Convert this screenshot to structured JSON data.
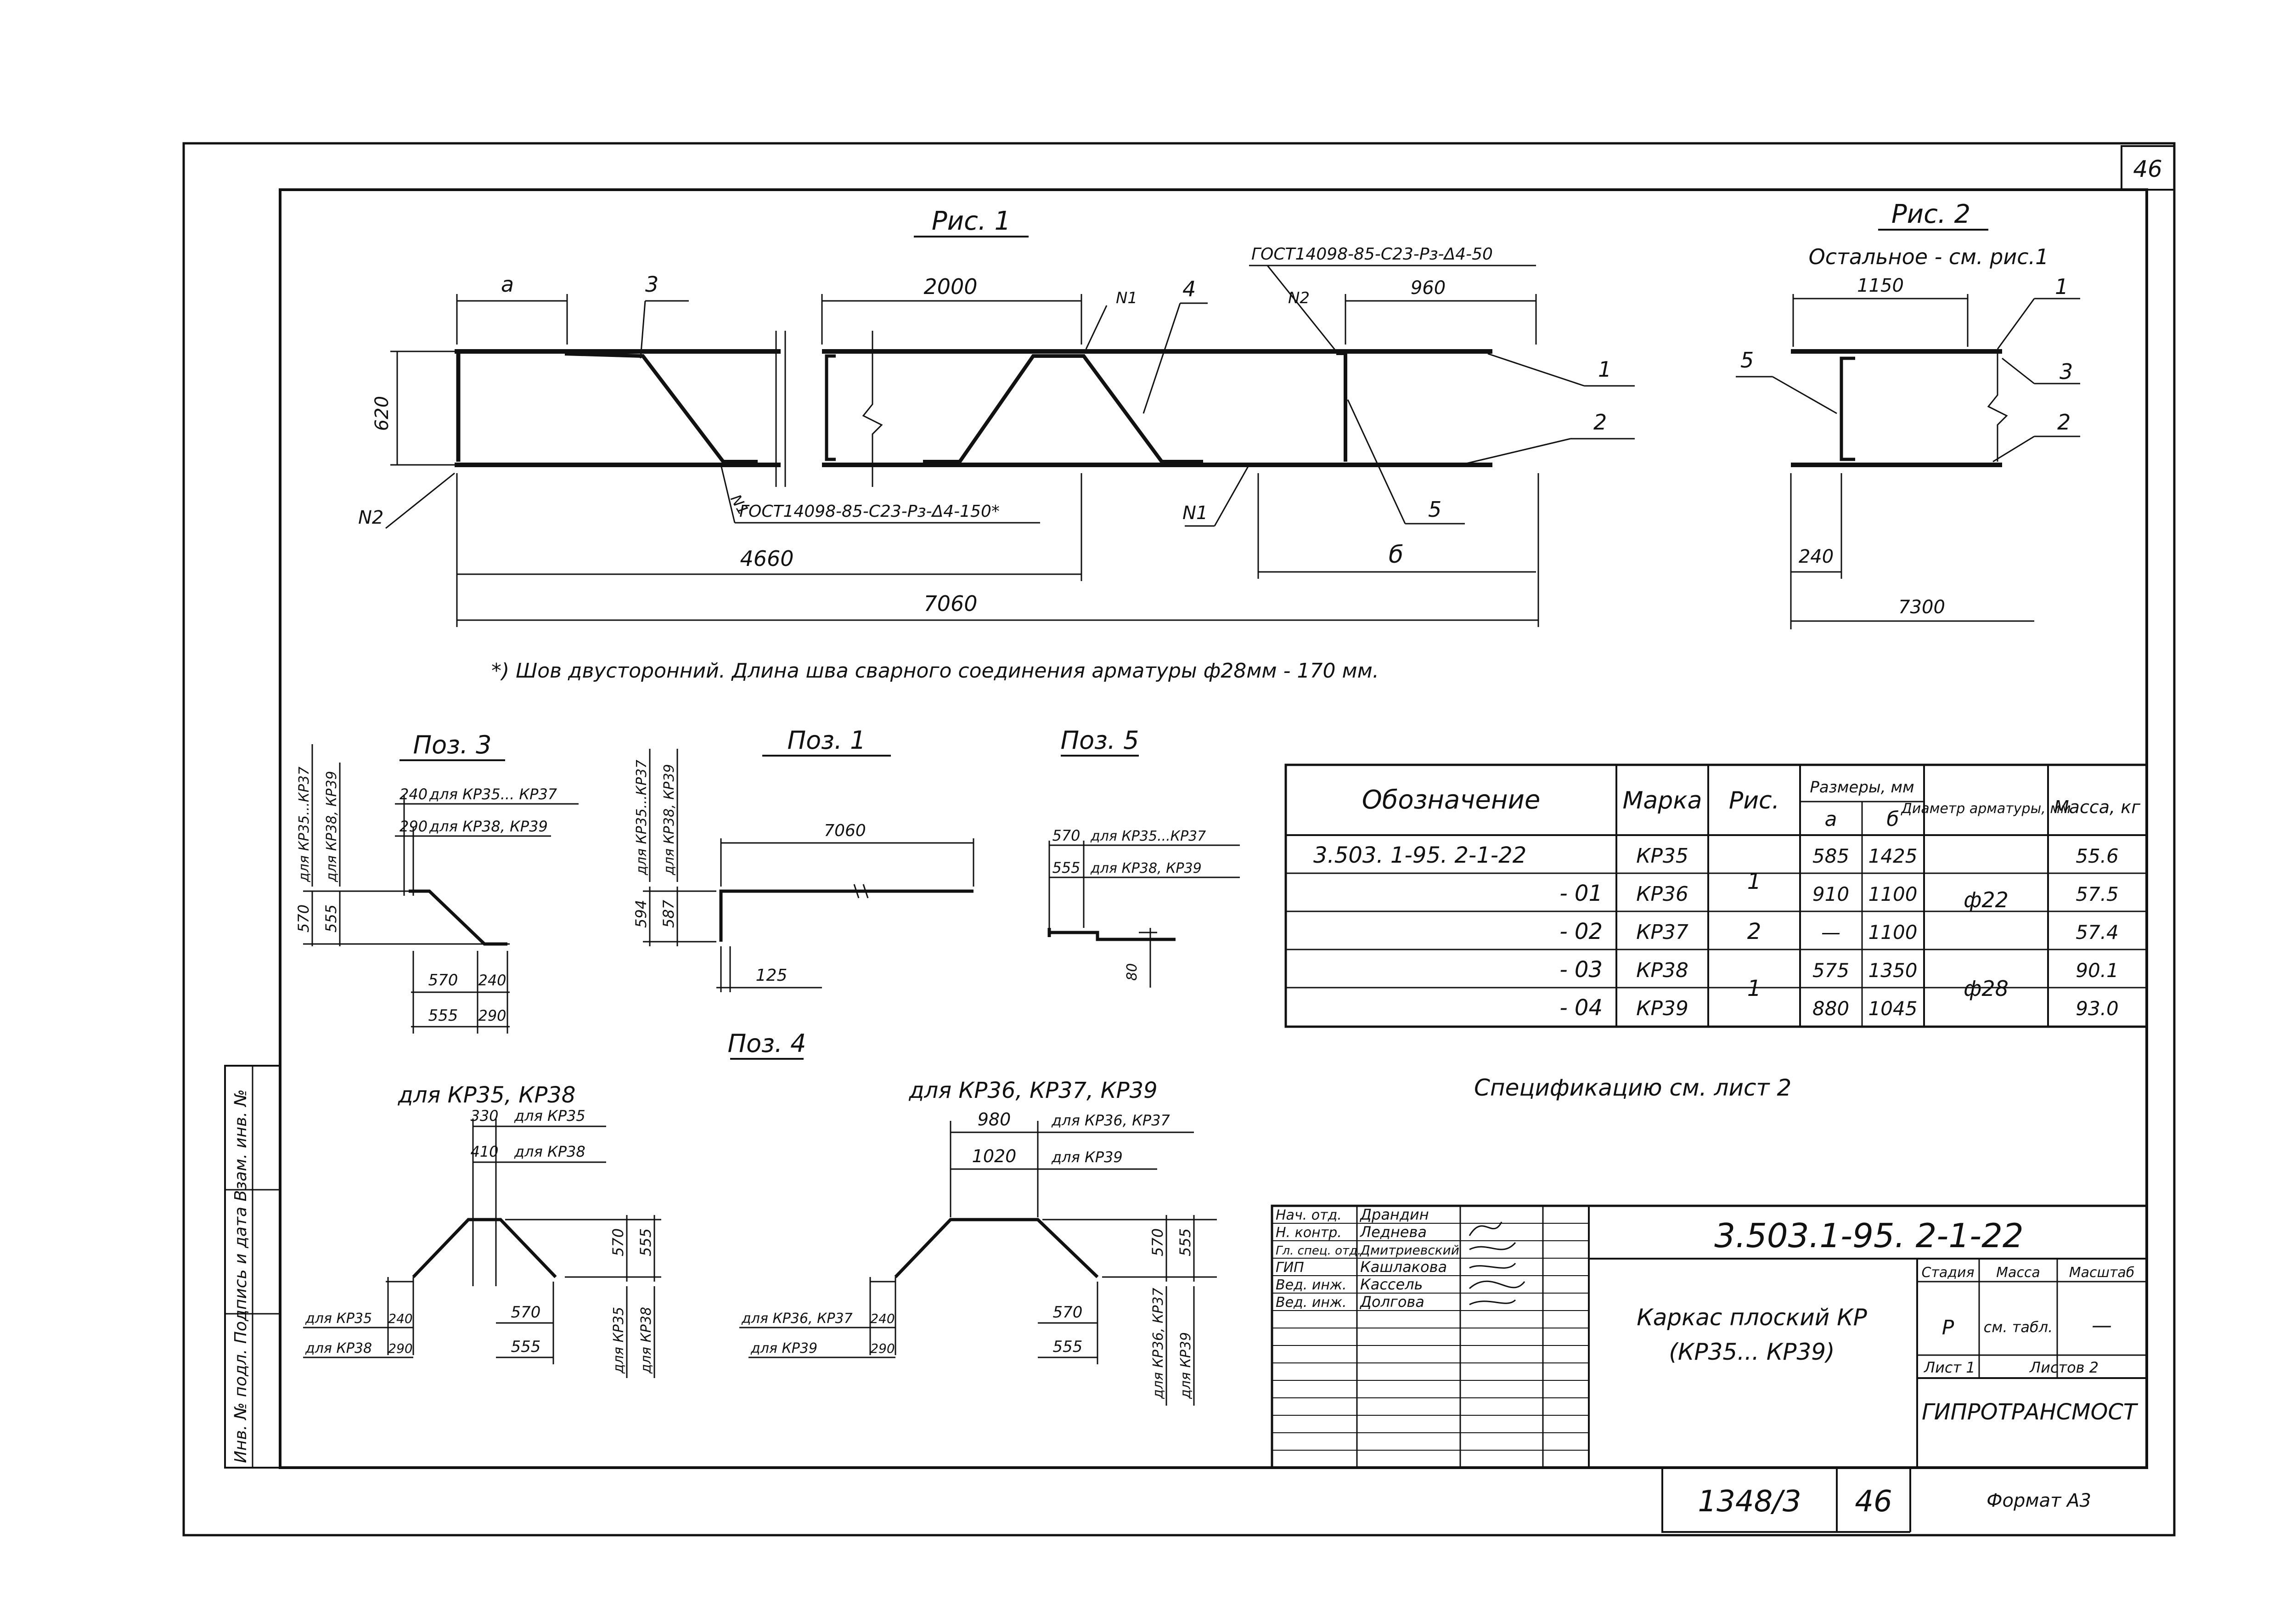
{
  "sheet_number": "46",
  "fig1": {
    "title": "Рис. 1",
    "dim_a": "а",
    "dim_2000": "2000",
    "dim_960": "960",
    "dim_620": "620",
    "dim_4660": "4660",
    "dim_7060": "7060",
    "dim_b": "б",
    "weld_top": "ГОСТ14098-85-С23-Рз-Δ4-50",
    "weld_bottom": "ГОСТ14098-85-С23-Рз-Δ4-150*",
    "n1": "N1",
    "n2": "N2",
    "labels": [
      "1",
      "2",
      "3",
      "4",
      "5"
    ]
  },
  "fig2": {
    "title": "Рис. 2",
    "subtitle": "Остальное - см. рис.1",
    "dim_1150": "1150",
    "dim_240": "240",
    "dim_7300": "7300",
    "labels": [
      "1",
      "2",
      "3",
      "5"
    ]
  },
  "footnote": "*) Шов двусторонний. Длина шва сварного соединения арматуры ф28мм - 170 мм.",
  "poz3": {
    "title": "Поз. 3",
    "dim_240": "240",
    "dim_290": "290",
    "for_kr35_37": "для КР35... КР37",
    "for_kr38_39": "для КР38, КР39",
    "dim_570": "570",
    "dim_555": "555",
    "vert_label_1": "для КР35...КР37",
    "vert_label_2": "для КР38, КР39",
    "bot_570": "570",
    "bot_240": "240",
    "bot_555": "555",
    "bot_290": "290"
  },
  "poz1": {
    "title": "Поз. 1",
    "dim_7060": "7060",
    "dim_594": "594",
    "dim_587": "587",
    "vert_label_1": "для КР35...КР37",
    "vert_label_2": "для КР38, КР39",
    "dim_125": "125"
  },
  "poz5": {
    "title": "Поз. 5",
    "dim_570": "570",
    "dim_555": "555",
    "for_1": "для КР35...КР37",
    "for_2": "для КР38, КР39",
    "dim_80": "80"
  },
  "poz4": {
    "title": "Поз. 4",
    "left": {
      "title": "для КР35, КР38",
      "dim_330": "330",
      "for_330": "для КР35",
      "dim_410": "410",
      "for_410": "для КР38",
      "dim_570": "570",
      "dim_555": "555",
      "left_1": "для КР35",
      "left_2": "для КР38",
      "l_240": "240",
      "l_290": "290",
      "b_570": "570",
      "b_555": "555",
      "v_1": "для КР35",
      "v_2": "для КР38"
    },
    "right": {
      "title": "для КР36, КР37, КР39",
      "dim_980": "980",
      "for_980": "для КР36, КР37",
      "dim_1020": "1020",
      "for_1020": "для КР39",
      "dim_570": "570",
      "dim_555": "555",
      "left_1": "для КР36, КР37",
      "left_2": "для КР39",
      "l_240": "240",
      "l_290": "290",
      "b_570": "570",
      "b_555": "555",
      "v_1": "для КР36, КР37",
      "v_2": "для КР39"
    }
  },
  "table": {
    "headers": {
      "designation": "Обозначение",
      "mark": "Марка",
      "fig": "Рис.",
      "sizes": "Размеры, мм",
      "a": "а",
      "b": "б",
      "diameter": "Диаметр арматуры, мм",
      "mass": "Масса, кг"
    },
    "rows": [
      {
        "designation": "3.503. 1-95. 2-1-22",
        "mark": "КР35",
        "a": "585",
        "b": "1425",
        "mass": "55.6"
      },
      {
        "designation": "- 01",
        "mark": "КР36",
        "a": "910",
        "b": "1100",
        "mass": "57.5"
      },
      {
        "designation": "- 02",
        "mark": "КР37",
        "a": "—",
        "b": "1100",
        "mass": "57.4"
      },
      {
        "designation": "- 03",
        "mark": "КР38",
        "a": "575",
        "b": "1350",
        "mass": "90.1"
      },
      {
        "designation": "- 04",
        "mark": "КР39",
        "a": "880",
        "b": "1045",
        "mass": "93.0"
      }
    ],
    "fig_groups": [
      "1",
      "2",
      "1"
    ],
    "dia_groups": [
      "ф22",
      "ф28"
    ]
  },
  "spec_note": "Спецификацию см. лист 2",
  "side_stamp": "Инв. № подл.   Подпись и дата   Взам. инв. №",
  "title_block": {
    "roles": [
      "Нач. отд.",
      "Н. контр.",
      "Гл. спец. отд.",
      "ГИП",
      "Вед. инж.",
      "Вед. инж."
    ],
    "names": [
      "Драндин",
      "Леднева",
      "Дмитриевский",
      "Кашлакова",
      "Кассель",
      "Долгова"
    ],
    "code": "3.503.1-95. 2-1-22",
    "name_line1": "Каркас плоский КР",
    "name_line2": "(КР35... КР39)",
    "stage_h": "Стадия",
    "mass_h": "Масса",
    "scale_h": "Масштаб",
    "stage": "Р",
    "mass": "см. табл.",
    "scale": "—",
    "sheet": "Лист 1",
    "sheets": "Листов 2",
    "org": "ГИПРОТРАНСМОСТ"
  },
  "footer": {
    "album": "1348/3",
    "page": "46",
    "format": "Формат А3"
  }
}
